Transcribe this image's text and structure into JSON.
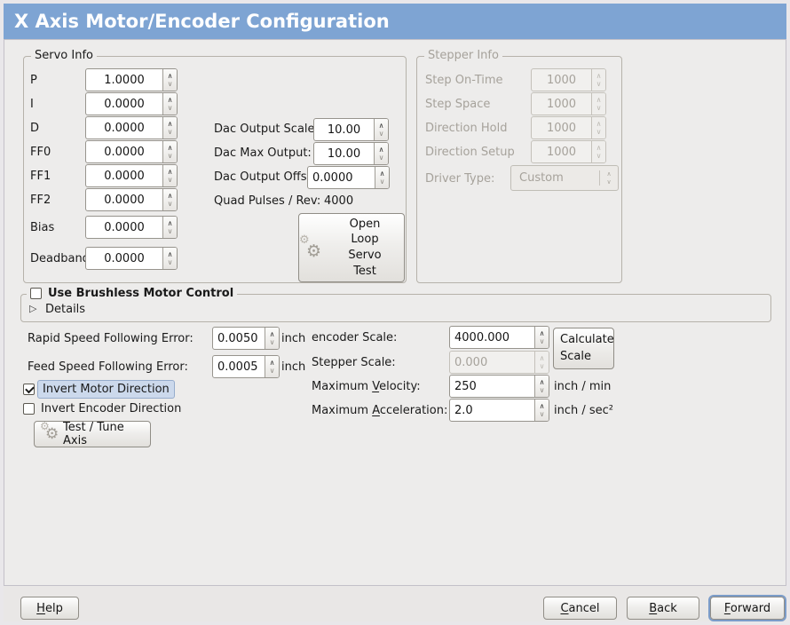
{
  "window": {
    "title": "X Axis Motor/Encoder Configuration"
  },
  "colors": {
    "titlebar": "#7ea4d3",
    "panel": "#edeceb",
    "focus_highlight": "#ccd9ec"
  },
  "servo_info": {
    "title": "Servo Info",
    "fields": [
      {
        "label": "P",
        "value": "1.0000"
      },
      {
        "label": "I",
        "value": "0.0000"
      },
      {
        "label": "D",
        "value": "0.0000"
      },
      {
        "label": "FF0",
        "value": "0.0000"
      },
      {
        "label": "FF1",
        "value": "0.0000"
      },
      {
        "label": "FF2",
        "value": "0.0000"
      },
      {
        "label": "Bias",
        "value": "0.0000"
      },
      {
        "label": "Deadband",
        "value": "0.0000"
      }
    ],
    "dac": [
      {
        "label": "Dac Output Scale:",
        "value": "10.00"
      },
      {
        "label": "Dac Max Output:",
        "value": "10.00"
      },
      {
        "label": "Dac Output Offset:",
        "value": "0.0000"
      }
    ],
    "quad": {
      "label": "Quad Pulses / Rev:",
      "value": "4000"
    },
    "open_loop_button": "Open\nLoop\nServo\nTest"
  },
  "stepper_info": {
    "title": "Stepper Info",
    "fields": [
      {
        "label": "Step On-Time",
        "value": "1000"
      },
      {
        "label": "Step Space",
        "value": "1000"
      },
      {
        "label": "Direction Hold",
        "value": "1000"
      },
      {
        "label": "Direction Setup",
        "value": "1000"
      }
    ],
    "driver_type": {
      "label": "Driver Type:",
      "value": "Custom"
    }
  },
  "brushless": {
    "checkbox_label": "Use Brushless Motor Control",
    "details_label": "Details"
  },
  "following_error": {
    "rapid": {
      "label": "Rapid Speed Following Error:",
      "value": "0.0050",
      "unit": "inch"
    },
    "feed": {
      "label": "Feed Speed Following Error:",
      "value": "0.0005",
      "unit": "inch"
    }
  },
  "options": {
    "invert_motor": "Invert Motor Direction",
    "invert_encoder": "Invert Encoder Direction",
    "test_tune_button": "Test / Tune Axis"
  },
  "scale": {
    "encoder": {
      "label": "encoder Scale:",
      "value": "4000.000"
    },
    "stepper": {
      "label": "Stepper Scale:",
      "value": "0.000"
    },
    "calculate_button": "Calculate\nScale",
    "velocity": {
      "pre": "Maximum ",
      "mn": "V",
      "post": "elocity:",
      "value": "250",
      "unit": "inch / min"
    },
    "acceleration": {
      "pre": "Maximum ",
      "mn": "A",
      "post": "cceleration:",
      "value": "2.0",
      "unit": "inch / sec²"
    }
  },
  "footer": {
    "help": {
      "mn": "H",
      "post": "elp"
    },
    "cancel": {
      "mn": "C",
      "post": "ancel"
    },
    "back": {
      "mn": "B",
      "post": "ack"
    },
    "forward": {
      "mn": "F",
      "post": "orward"
    }
  }
}
